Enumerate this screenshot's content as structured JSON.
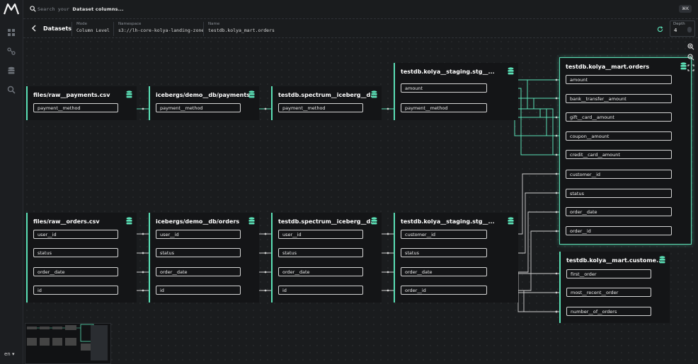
{
  "search": {
    "prefix": "Search your",
    "placeholder": "Dataset columns...",
    "shortcut": "⌘K"
  },
  "header": {
    "back_label": "Datasets",
    "mode_label": "Mode",
    "mode_value": "Column Level",
    "namespace_label": "Namespace",
    "namespace_value": "s3://lh-core-kolya-landing-zone",
    "name_label": "Name",
    "name_value": "testdb.kolya_mart.orders",
    "depth_label": "Depth",
    "depth_value": "4"
  },
  "language": "en",
  "colors": {
    "accent": "#5be0b6",
    "background": "#1a1c1e",
    "node": "#141517"
  },
  "nodes": [
    {
      "id": "n1",
      "title": "files/raw__payments.csv",
      "fields": [
        "payment__method"
      ]
    },
    {
      "id": "n2",
      "title": "icebergs/demo__db/payments",
      "fields": [
        "payment__method"
      ]
    },
    {
      "id": "n3",
      "title": "testdb.spectrum__iceberg__d...",
      "fields": [
        "payment__method"
      ]
    },
    {
      "id": "n4",
      "title": "testdb.kolya__staging.stg__...",
      "fields": [
        "amount",
        "payment__method"
      ]
    },
    {
      "id": "n5",
      "title": "testdb.kolya__mart.orders",
      "fields": [
        "amount",
        "bank__transfer__amount",
        "gift__card__amount",
        "coupon__amount",
        "credit__card__amount",
        "customer__id",
        "status",
        "order__date",
        "order__id"
      ]
    },
    {
      "id": "n6",
      "title": "files/raw__orders.csv",
      "fields": [
        "user__id",
        "status",
        "order__date",
        "id"
      ]
    },
    {
      "id": "n7",
      "title": "icebergs/demo__db/orders",
      "fields": [
        "user__id",
        "status",
        "order__date",
        "id"
      ]
    },
    {
      "id": "n8",
      "title": "testdb.spectrum__iceberg__d...",
      "fields": [
        "user__id",
        "status",
        "order__date",
        "id"
      ]
    },
    {
      "id": "n9",
      "title": "testdb.kolya__staging.stg__...",
      "fields": [
        "customer__id",
        "status",
        "order__date",
        "order__id"
      ]
    },
    {
      "id": "n10",
      "title": "testdb.kolya__mart.custome...",
      "fields": [
        "first__order",
        "most__recent__order",
        "number__of__orders"
      ]
    }
  ]
}
